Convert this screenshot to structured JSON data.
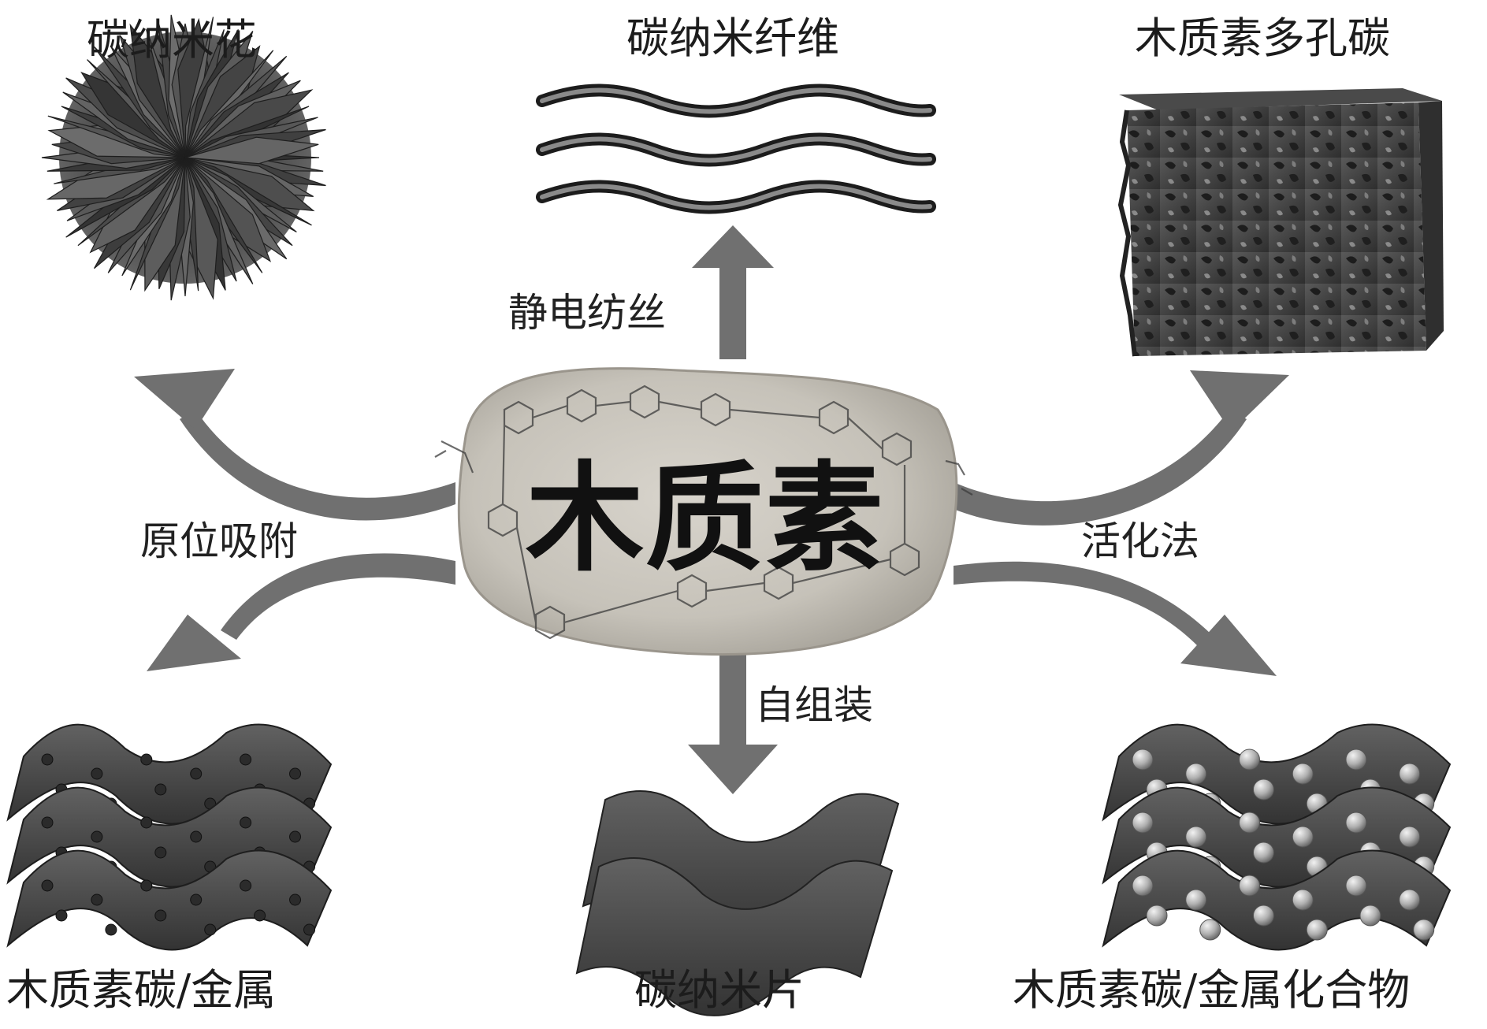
{
  "center": {
    "label": "木质素"
  },
  "products": {
    "nanoflower": "碳纳米花",
    "nanofiber": "碳纳米纤维",
    "porous_carbon": "木质素多孔碳",
    "carbon_metal": "木质素碳/金属",
    "nanosheet": "碳纳米片",
    "carbon_metal_compound": "木质素碳/金属化合物"
  },
  "processes": {
    "electrospinning": "静电纺丝",
    "in_situ_adsorption": "原位吸附",
    "activation": "活化法",
    "self_assembly": "自组装"
  },
  "colors": {
    "arrow": "#707070",
    "material_dark": "#3a3a3a",
    "material_mid": "#5a5a5a",
    "blob": "#c9c5bd",
    "particle_light": "#bdbdbd",
    "particle_dark": "#2b2b2b"
  }
}
